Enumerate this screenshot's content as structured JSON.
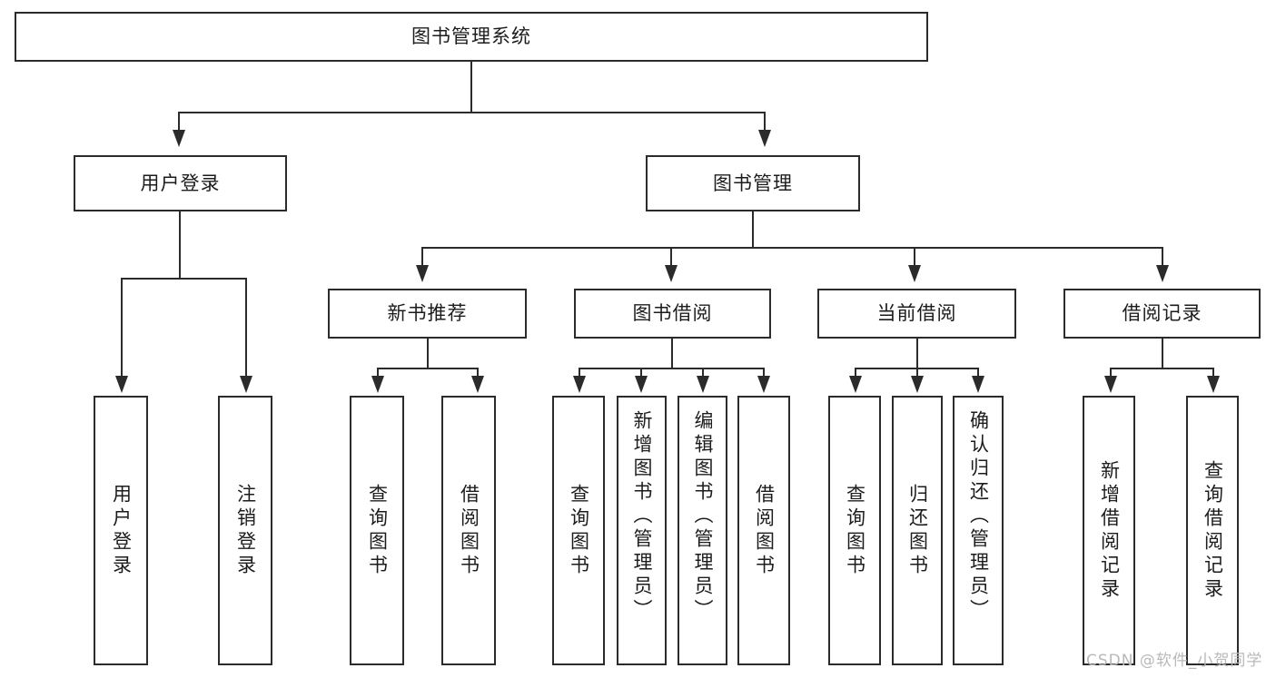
{
  "diagram": {
    "title": "图书管理系统",
    "type": "功能结构图",
    "watermark": "CSDN @软件_小贺同学",
    "colors": {
      "stroke": "#2b2b2b",
      "fill": "#ffffff",
      "text": "#1c1c1c",
      "watermark": "#b9b9b9"
    }
  },
  "nodes": {
    "root": {
      "label": "图书管理系统"
    },
    "level2": [
      {
        "id": "user-login",
        "label": "用户登录"
      },
      {
        "id": "book-manage",
        "label": "图书管理"
      }
    ],
    "level3": [
      {
        "id": "new-book-recommend",
        "label": "新书推荐"
      },
      {
        "id": "book-borrow",
        "label": "图书借阅"
      },
      {
        "id": "current-borrow",
        "label": "当前借阅"
      },
      {
        "id": "borrow-record",
        "label": "借阅记录"
      }
    ],
    "leaves": {
      "user-login": [
        {
          "id": "leaf-user-login",
          "label": "用户登录"
        },
        {
          "id": "leaf-user-logout",
          "label": "注销登录"
        }
      ],
      "new-book-recommend": [
        {
          "id": "leaf-query-book-1",
          "label": "查询图书"
        },
        {
          "id": "leaf-borrow-book-1",
          "label": "借阅图书"
        }
      ],
      "book-borrow": [
        {
          "id": "leaf-query-book-2",
          "label": "查询图书"
        },
        {
          "id": "leaf-add-book",
          "label": "新增图书（管理员）"
        },
        {
          "id": "leaf-edit-book",
          "label": "编辑图书（管理员）"
        },
        {
          "id": "leaf-borrow-book-2",
          "label": "借阅图书"
        }
      ],
      "current-borrow": [
        {
          "id": "leaf-query-book-3",
          "label": "查询图书"
        },
        {
          "id": "leaf-return-book",
          "label": "归还图书"
        },
        {
          "id": "leaf-confirm-return",
          "label": "确认归还（管理员）"
        }
      ],
      "borrow-record": [
        {
          "id": "leaf-add-record",
          "label": "新增借阅记录"
        },
        {
          "id": "leaf-query-record",
          "label": "查询借阅记录"
        }
      ]
    }
  }
}
